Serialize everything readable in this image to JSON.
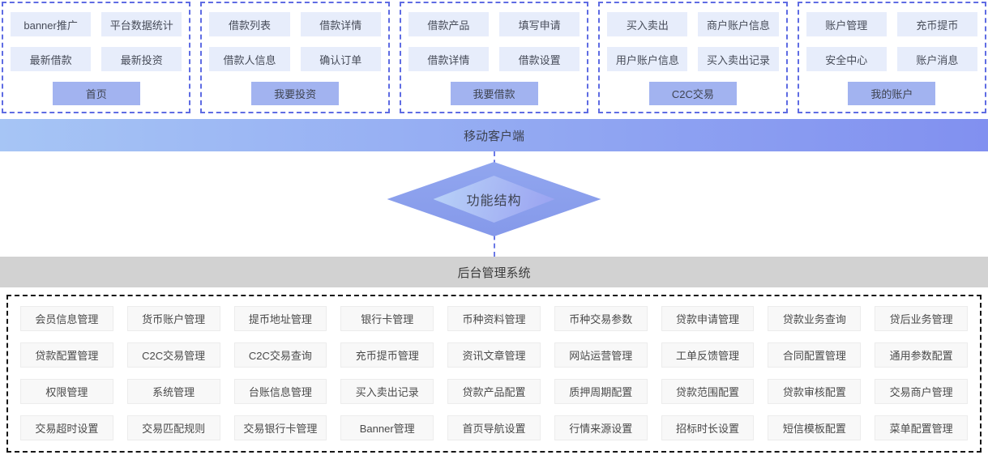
{
  "colors": {
    "group-border": "#5f6ce3",
    "item-bg": "#e7edfb",
    "title-bg": "#a2b3f0",
    "bar-from": "#a6c5f5",
    "bar-to": "#8190f0",
    "line": "#6b79e6",
    "diamond-outer-top": "#91a6ef",
    "diamond-outer-bottom": "#8599ea",
    "diamond-inner-from": "#b9d3f8",
    "diamond-inner-to": "#99a1f1",
    "backend-bar": "#d2d2d2",
    "panel-border": "#161616",
    "module-bg": "#f8f8f8"
  },
  "diamond": {
    "label": "功能结构"
  },
  "mobile_client": {
    "label": "移动客户端",
    "groups": [
      {
        "title": "首页",
        "items": [
          "banner推广",
          "平台数据统计",
          "最新借款",
          "最新投资"
        ]
      },
      {
        "title": "我要投资",
        "items": [
          "借款列表",
          "借款详情",
          "借款人信息",
          "确认订单"
        ]
      },
      {
        "title": "我要借款",
        "items": [
          "借款产品",
          "填写申请",
          "借款详情",
          "借款设置"
        ]
      },
      {
        "title": "C2C交易",
        "items": [
          "买入卖出",
          "商户账户信息",
          "用户账户信息",
          "买入卖出记录"
        ]
      },
      {
        "title": "我的账户",
        "items": [
          "账户管理",
          "充币提币",
          "安全中心",
          "账户消息"
        ]
      }
    ]
  },
  "backend": {
    "label": "后台管理系统",
    "modules": [
      [
        "会员信息管理",
        "货币账户管理",
        "提币地址管理",
        "银行卡管理",
        "币种资料管理",
        "币种交易参数",
        "贷款申请管理",
        "贷款业务查询",
        "贷后业务管理"
      ],
      [
        "贷款配置管理",
        "C2C交易管理",
        "C2C交易查询",
        "充币提币管理",
        "资讯文章管理",
        "网站运营管理",
        "工单反馈管理",
        "合同配置管理",
        "通用参数配置"
      ],
      [
        "权限管理",
        "系统管理",
        "台账信息管理",
        "买入卖出记录",
        "贷款产品配置",
        "质押周期配置",
        "贷款范围配置",
        "贷款审核配置",
        "交易商户管理"
      ],
      [
        "交易超时设置",
        "交易匹配规则",
        "交易银行卡管理",
        "Banner管理",
        "首页导航设置",
        "行情来源设置",
        "招标时长设置",
        "短信模板配置",
        "菜单配置管理"
      ]
    ]
  }
}
